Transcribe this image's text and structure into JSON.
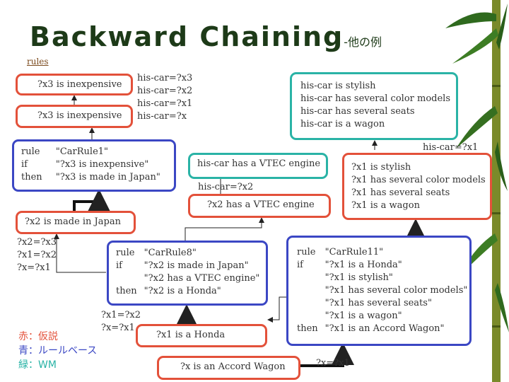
{
  "title": {
    "main": "Backward Chaining",
    "sub": "-他の例"
  },
  "link": "rules",
  "boxes": {
    "goal_top": "?x3 is inexpensive",
    "goal_second": "?x3 is inexpensive",
    "car_rule1": [
      "rule",
      "\"CarRule1\"",
      "if",
      "\"?x3 is inexpensive\"",
      "then",
      "\"?x3 is made in Japan\""
    ],
    "made_in_japan": "?x2 is made in Japan",
    "vtec_wm": "his-car has a VTEC engine",
    "vtec_goal": "?x2 has a VTEC engine",
    "car_rule8": [
      "rule",
      "\"CarRule8\"",
      "if",
      "\"?x2 is made in Japan\"",
      "",
      "\"?x2 has a VTEC engine\"",
      "then",
      "\"?x2 is a Honda\""
    ],
    "honda": "?x1 is a Honda",
    "accord": "?x is an Accord Wagon",
    "wm_stylish": [
      "his-car is stylish",
      "his-car has several color models",
      "his-car has several seats",
      "his-car is a wagon"
    ],
    "goal_stylish": [
      "?x1 is stylish",
      "?x1 has several color models",
      "?x1 has several seats",
      "?x1 is a wagon"
    ],
    "car_rule11": [
      "rule",
      "\"CarRule11\"",
      "if",
      "\"?x1 is a Honda\"",
      "",
      "\"?x1 is stylish\"",
      "",
      "\"?x1 has several color models\"",
      "",
      "\"?x1 has several seats\"",
      "",
      "\"?x1 is a wagon\"",
      "then",
      "\"?x1 is an Accord Wagon\""
    ]
  },
  "bindings": {
    "top_right": [
      "his-car=?x3",
      "his-car=?x2",
      "his-car=?x1",
      "his-car=?x"
    ],
    "x2_car": "his-car=?x2",
    "x1_car": "his-car=?x1",
    "left_mid": [
      "?x2=?x3",
      "?x1=?x2",
      "?x=?x1"
    ],
    "lower_mid": [
      "?x1=?x2",
      "?x=?x1"
    ],
    "bottom": "?x=?x1"
  },
  "legend": [
    {
      "key": "赤",
      "sep": "：",
      "val": "仮説",
      "color": "#e3513a"
    },
    {
      "key": "青",
      "sep": "：",
      "val": "ルールベース",
      "color": "#3b47c4"
    },
    {
      "key": "緑",
      "sep": "：",
      "val": "WM",
      "color": "#2ab3a6"
    }
  ],
  "colors": {
    "hypothesis": "#e3513a",
    "rulebase": "#3b47c4",
    "wm": "#2ab3a6",
    "title": "#1d3a18"
  }
}
